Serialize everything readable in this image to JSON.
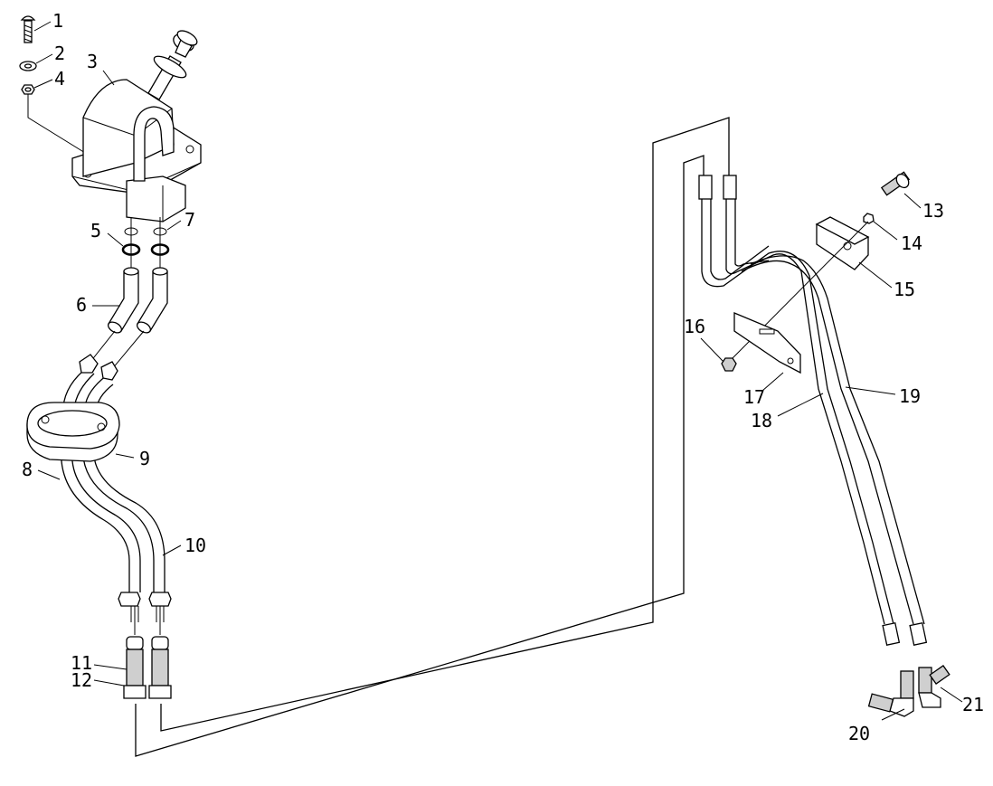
{
  "callouts": [
    {
      "id": "callout-1",
      "text": "1"
    },
    {
      "id": "callout-2",
      "text": "2"
    },
    {
      "id": "callout-3",
      "text": "3"
    },
    {
      "id": "callout-4",
      "text": "4"
    },
    {
      "id": "callout-5",
      "text": "5"
    },
    {
      "id": "callout-6",
      "text": "6"
    },
    {
      "id": "callout-7",
      "text": "7"
    },
    {
      "id": "callout-8",
      "text": "8"
    },
    {
      "id": "callout-9",
      "text": "9"
    },
    {
      "id": "callout-10",
      "text": "10"
    },
    {
      "id": "callout-11",
      "text": "11"
    },
    {
      "id": "callout-12",
      "text": "12"
    },
    {
      "id": "callout-13",
      "text": "13"
    },
    {
      "id": "callout-14",
      "text": "14"
    },
    {
      "id": "callout-15",
      "text": "15"
    },
    {
      "id": "callout-16",
      "text": "16"
    },
    {
      "id": "callout-17",
      "text": "17"
    },
    {
      "id": "callout-18",
      "text": "18"
    },
    {
      "id": "callout-19",
      "text": "19"
    },
    {
      "id": "callout-20",
      "text": "20"
    },
    {
      "id": "callout-21",
      "text": "21"
    }
  ]
}
